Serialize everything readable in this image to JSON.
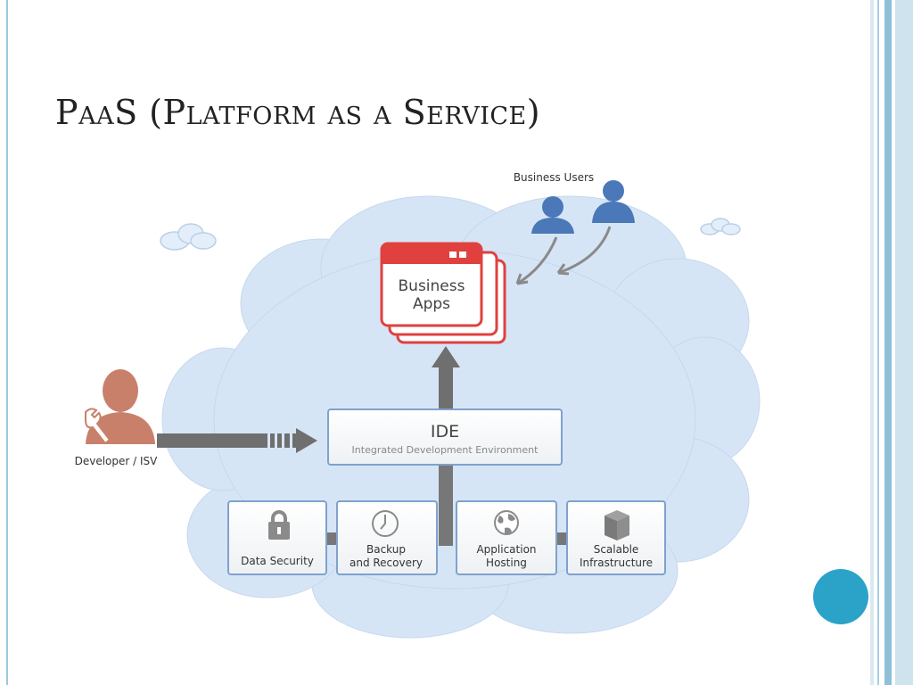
{
  "title": "PaaS (Platform as a Service)",
  "business_users_label": "Business Users",
  "business_apps": {
    "line1": "Business",
    "line2": "Apps"
  },
  "ide": {
    "title": "IDE",
    "subtitle": "Integrated Development Environment"
  },
  "developer_label": "Developer / ISV",
  "services": [
    {
      "line1": "Data Security",
      "line2": "",
      "icon": "lock-icon"
    },
    {
      "line1": "Backup",
      "line2": "and Recovery",
      "icon": "clock-icon"
    },
    {
      "line1": "Application",
      "line2": "Hosting",
      "icon": "globe-icon"
    },
    {
      "line1": "Scalable",
      "line2": "Infrastructure",
      "icon": "server-icon"
    }
  ],
  "colors": {
    "cloud": "#d6e5f6",
    "user": "#4a78b8",
    "developer": "#c9806a",
    "apps_accent": "#e0413e",
    "arrow": "#6f6f6f",
    "accent_circle": "#2ba3c9"
  }
}
